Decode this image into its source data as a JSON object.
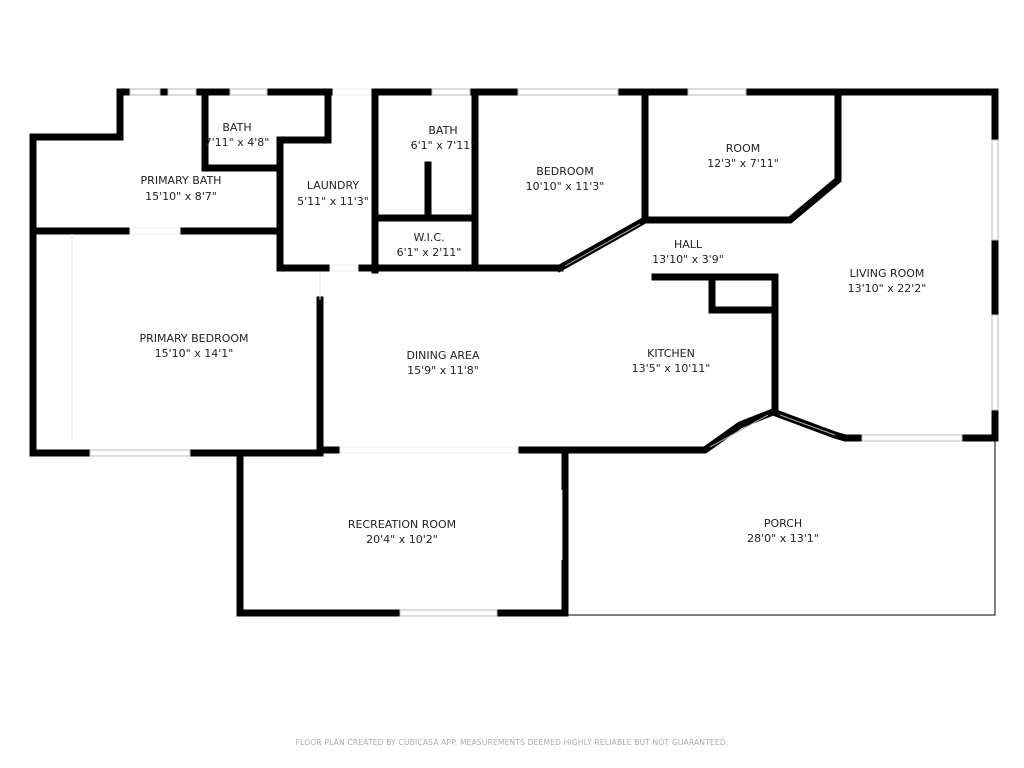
{
  "rooms": [
    {
      "name": "BATH",
      "size": "7'11\" x 4'8\""
    },
    {
      "name": "PRIMARY BATH",
      "size": "15'10\" x 8'7\""
    },
    {
      "name": "LAUNDRY",
      "size": "5'11\" x 11'3\""
    },
    {
      "name": "BATH",
      "size": "6'1\" x 7'11\""
    },
    {
      "name": "W.I.C.",
      "size": "6'1\" x 2'11\""
    },
    {
      "name": "BEDROOM",
      "size": "10'10\" x 11'3\""
    },
    {
      "name": "ROOM",
      "size": "12'3\" x 7'11\""
    },
    {
      "name": "HALL",
      "size": "13'10\" x 3'9\""
    },
    {
      "name": "LIVING ROOM",
      "size": "13'10\" x 22'2\""
    },
    {
      "name": "PRIMARY BEDROOM",
      "size": "15'10\" x 14'1\""
    },
    {
      "name": "DINING AREA",
      "size": "15'9\" x 11'8\""
    },
    {
      "name": "KITCHEN",
      "size": "13'5\" x 10'11\""
    },
    {
      "name": "RECREATION ROOM",
      "size": "20'4\" x 10'2\""
    },
    {
      "name": "PORCH",
      "size": "28'0\" x 13'1\""
    }
  ],
  "footer": "FLOOR PLAN CREATED BY CUBICASA APP. MEASUREMENTS DEEMED HIGHLY RELIABLE BUT NOT GUARANTEED."
}
